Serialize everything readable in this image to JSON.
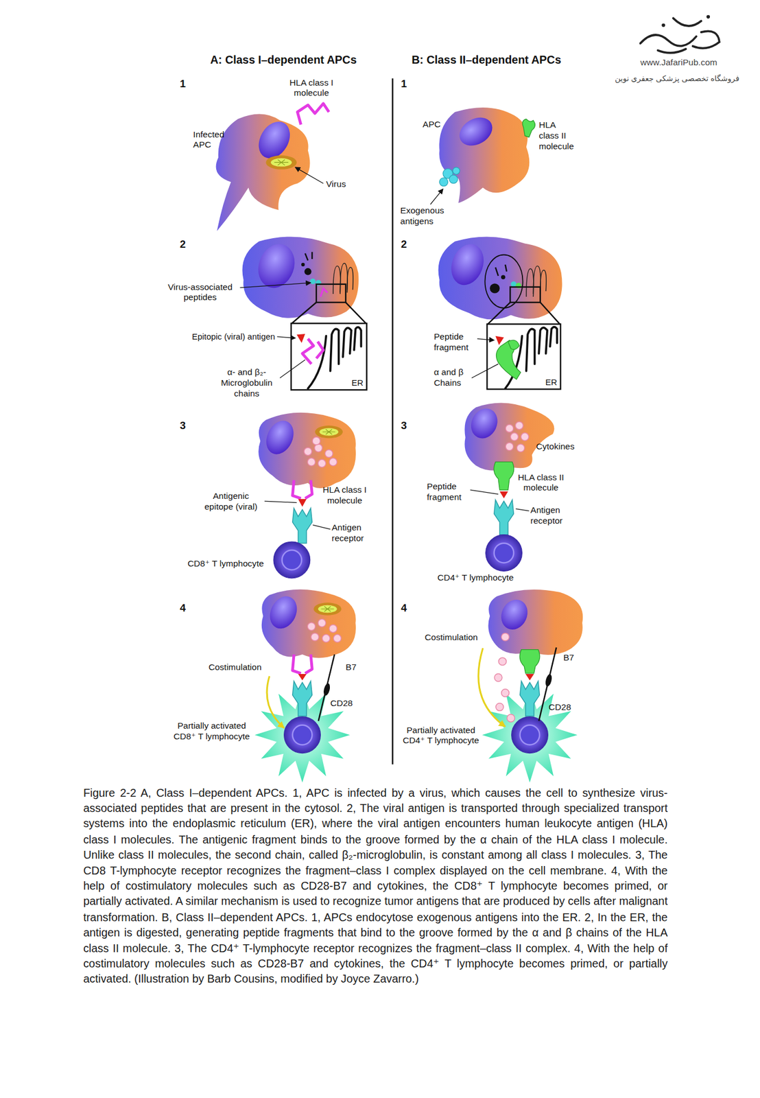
{
  "diagram": {
    "caption": "Figure 2-2 A, Class I–dependent APCs. 1, APC is infected by a virus, which causes the cell to synthesize virus-associated peptides that are present in the cytosol. 2, The viral antigen is transported through specialized transport systems into the endoplasmic reticulum (ER), where the viral antigen encounters human leukocyte antigen (HLA) class I molecules. The antigenic fragment binds to the groove formed by the α chain of the HLA class I molecule. Unlike class II molecules, the second chain, called β₂-microglobulin, is constant among all class I molecules. 3, The CD8 T-lymphocyte receptor recognizes the fragment–class I complex displayed on the cell membrane. 4, With the help of costimulatory molecules such as CD28-B7 and cytokines, the CD8⁺ T lymphocyte becomes primed, or partially activated. A similar mechanism is used to recognize tumor antigens that are produced by cells after malignant transformation. B, Class II–dependent APCs. 1, APCs endocytose exogenous antigens into the ER. 2, In the ER, the antigen is digested, generating peptide fragments that bind to the groove formed by the α and β chains of the HLA class II molecule. 3, The CD4⁺ T-lymphocyte receptor recognizes the fragment–class II complex. 4, With the help of costimulatory molecules such as CD28-B7 and cytokines, the CD4⁺ T lymphocyte becomes primed, or partially activated. (Illustration by Barb Cousins, modified by Joyce Zavarro.)",
    "nodes": [
      {
        "text": [
          "ER"
        ]
      },
      {
        "text": [
          "ER"
        ]
      }
    ],
    "labels": [
      "www.JafariPub.com",
      "فروشگاه تخصصی پزشکی جعفری نوین",
      "A: Class I–dependent APCs",
      "B: Class II–dependent APCs",
      "1",
      "HLA class I molecule",
      "Infected APC",
      "Virus",
      "1",
      "APC",
      "HLA class II molecule",
      "Exogenous antigens",
      "2",
      "Virus-associated peptides",
      "Epitopic (viral) antigen",
      "α- and β₂-Microglobulin chains",
      "2",
      "Peptide fragment",
      "α and β Chains",
      "3",
      "HLA class I molecule",
      "Antigenic epitope (viral)",
      "Antigen receptor",
      "CD8⁺ T lymphocyte",
      "3",
      "Cytokines",
      "HLA class II molecule",
      "Peptide fragment",
      "Antigen receptor",
      "CD4⁺ T lymphocyte",
      "4",
      "Costimulation",
      "B7",
      "CD28",
      "Partially activated CD8⁺ T lymphocyte",
      "4",
      "Costimulation",
      "B7",
      "CD28",
      "Partially activated CD4⁺ T lymphocyte"
    ]
  }
}
